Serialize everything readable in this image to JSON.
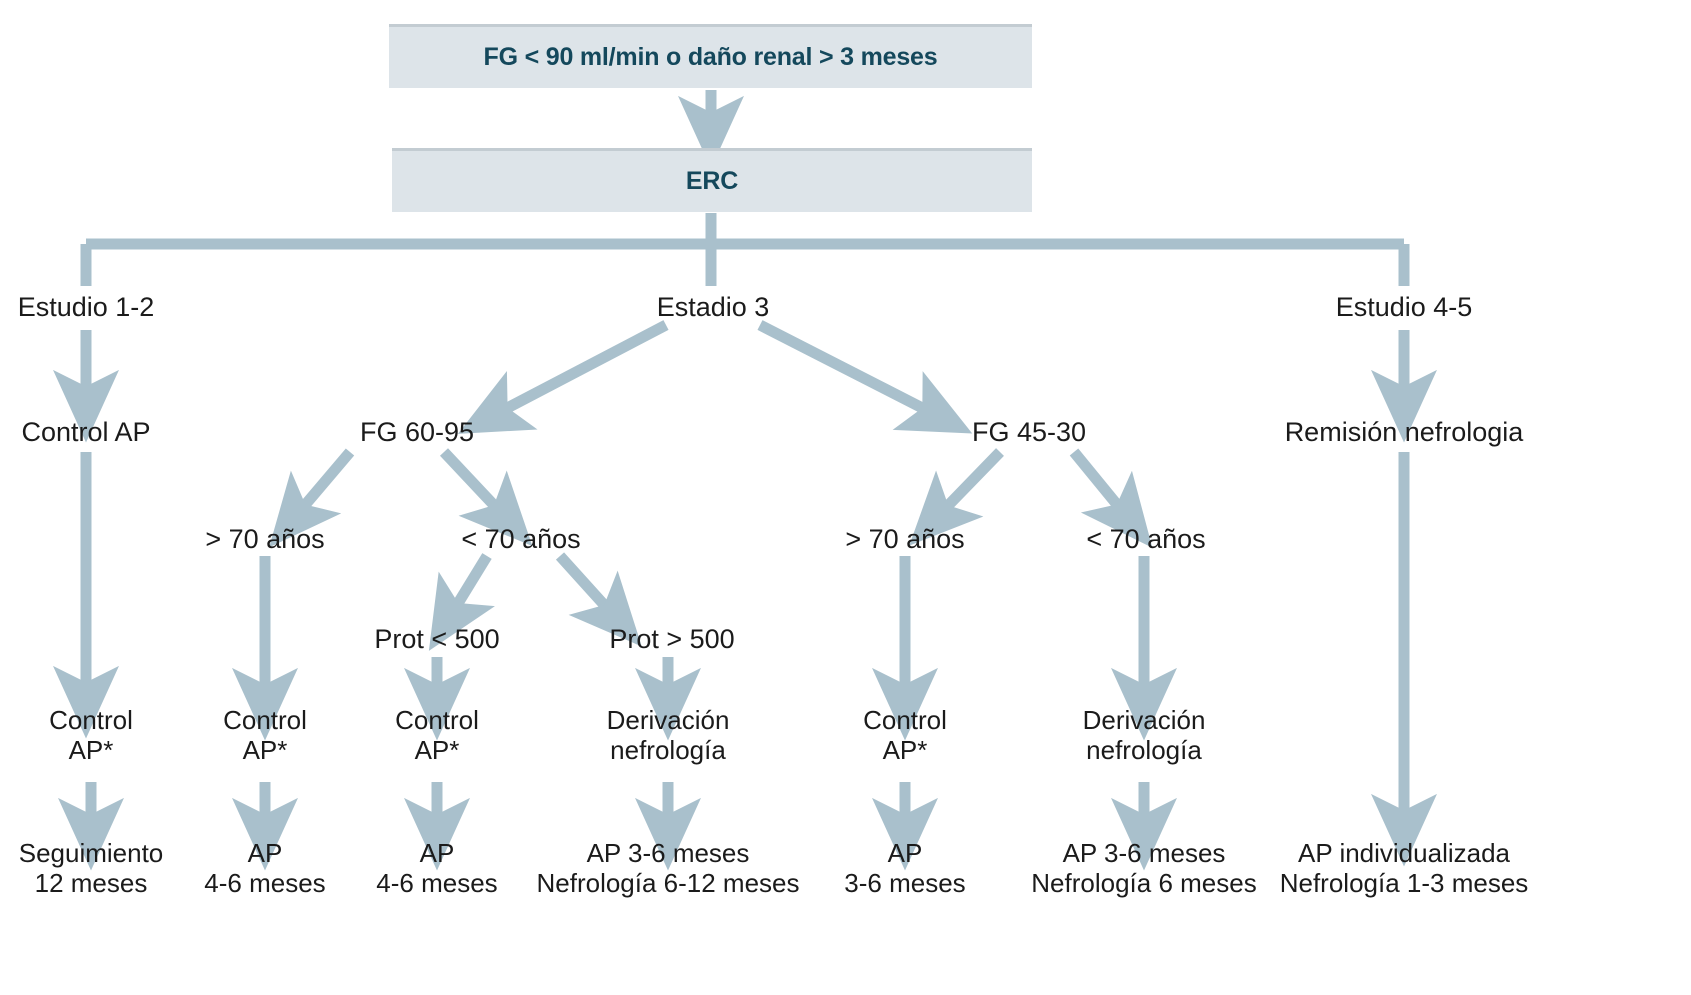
{
  "diagram": {
    "title_box": {
      "label": "FG < 90 ml/min o daño renal > 3 meses"
    },
    "erc_box": {
      "label": "ERC"
    },
    "colors": {
      "box_fill": "#dde4e9",
      "box_border": "#c3ccd2",
      "box_text": "#14485c",
      "arrow": "#a9c0cc",
      "node_text": "#1b1b1b",
      "background": "#ffffff"
    },
    "stages": [
      {
        "id": "stage-1-2",
        "label": "Estudio 1-2"
      },
      {
        "id": "stage-3",
        "label": "Estadio 3"
      },
      {
        "id": "stage-4-5",
        "label": "Estudio 4-5"
      }
    ],
    "level_fg": [
      {
        "id": "control-ap",
        "label": "Control AP"
      },
      {
        "id": "fg-60-95",
        "label": "FG 60-95"
      },
      {
        "id": "fg-45-30",
        "label": "FG 45-30"
      },
      {
        "id": "remision-nefrologia",
        "label": "Remisión nefrologia"
      }
    ],
    "level_age": [
      {
        "id": "age-gt70-left",
        "label": "> 70 años"
      },
      {
        "id": "age-lt70-left",
        "label": "< 70 años"
      },
      {
        "id": "age-gt70-right",
        "label": "> 70 años"
      },
      {
        "id": "age-lt70-right",
        "label": "< 70 años"
      }
    ],
    "level_prot": [
      {
        "id": "prot-lt-500",
        "label": "Prot < 500"
      },
      {
        "id": "prot-gt-500",
        "label": "Prot > 500"
      }
    ],
    "level_action": [
      {
        "id": "action-1",
        "label": "Control\nAP*"
      },
      {
        "id": "action-2",
        "label": "Control\nAP*"
      },
      {
        "id": "action-3",
        "label": "Control\nAP*"
      },
      {
        "id": "action-4",
        "label": "Derivación\nnefrología"
      },
      {
        "id": "action-5",
        "label": "Control\nAP*"
      },
      {
        "id": "action-6",
        "label": "Derivación\nnefrología"
      }
    ],
    "level_final": [
      {
        "id": "final-1",
        "label": "Seguimiento\n12 meses"
      },
      {
        "id": "final-2",
        "label": "AP\n4-6 meses"
      },
      {
        "id": "final-3",
        "label": "AP\n4-6 meses"
      },
      {
        "id": "final-4",
        "label": "AP 3-6 meses\nNefrología 6-12 meses"
      },
      {
        "id": "final-5",
        "label": "AP\n3-6 meses"
      },
      {
        "id": "final-6",
        "label": "AP 3-6 meses\nNefrología 6 meses"
      },
      {
        "id": "final-7",
        "label": "AP individualizada\nNefrología 1-3 meses"
      }
    ]
  }
}
